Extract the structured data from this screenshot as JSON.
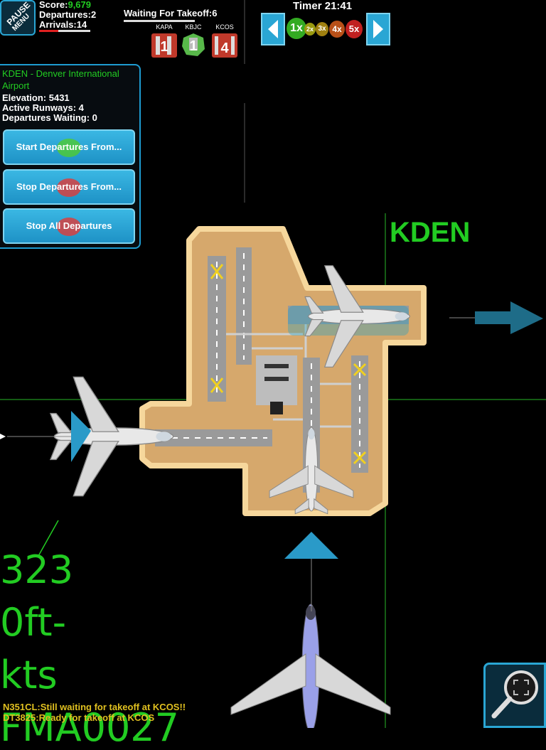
{
  "hud": {
    "pause_text": "PAUSE",
    "menu_text": "MENU",
    "score_label": "Score:",
    "score_value": "9,679",
    "departures_label": "Departures:",
    "departures_value": "2",
    "arrivals_label": "Arrivals:",
    "arrivals_value": "14",
    "arrivals_progress": 0.38
  },
  "waiting": {
    "label": "Waiting For Takeoff:",
    "value": "6",
    "airports": [
      {
        "code": "KAPA",
        "count": "1",
        "color": "#c0392b"
      },
      {
        "code": "KBJC",
        "count": "1",
        "color": "#58b84a"
      },
      {
        "code": "KCOS",
        "count": "4",
        "color": "#c0392b"
      }
    ]
  },
  "timer": {
    "label": "Timer",
    "value": "21:41"
  },
  "speed_controls": {
    "left_arrow_icon": "triangle-left-icon",
    "right_arrow_icon": "triangle-right-icon",
    "options": [
      {
        "label": "1x",
        "color": "#33aa22",
        "selected": true
      },
      {
        "label": "2x",
        "color": "#9a9a10",
        "selected": false
      },
      {
        "label": "3x",
        "color": "#a08010",
        "selected": false
      },
      {
        "label": "4x",
        "color": "#b85018",
        "selected": false
      },
      {
        "label": "5x",
        "color": "#c02020",
        "selected": false
      }
    ]
  },
  "panel": {
    "title": "KDEN - Denver International Airport",
    "elevation": "Elevation: 5431",
    "runways": "Active Runways: 4",
    "departures_waiting": "Departures Waiting: 0",
    "buttons": [
      {
        "label": "Start Departures From...",
        "blob_color": "#4ec93a"
      },
      {
        "label": "Stop Departures From...",
        "blob_color": "#d84040"
      },
      {
        "label": "Stop All Departures",
        "blob_color": "#d84040"
      }
    ]
  },
  "map": {
    "airport_label": "KDEN"
  },
  "aircraft_readout": {
    "line1": "323",
    "line2": "0ft-",
    "line3": "kts",
    "line4": "FMA0027"
  },
  "messages": [
    "N351CL:Still waiting for takeoff at KCOS!!",
    "DT3825:Ready for takeoff at KCOS"
  ],
  "colors": {
    "accent": "#2aa6d4",
    "green": "#22cc22",
    "airport_ground": "#d6a86c",
    "airport_border": "#f6d79c"
  },
  "zoom_icon": "magnifier-icon"
}
